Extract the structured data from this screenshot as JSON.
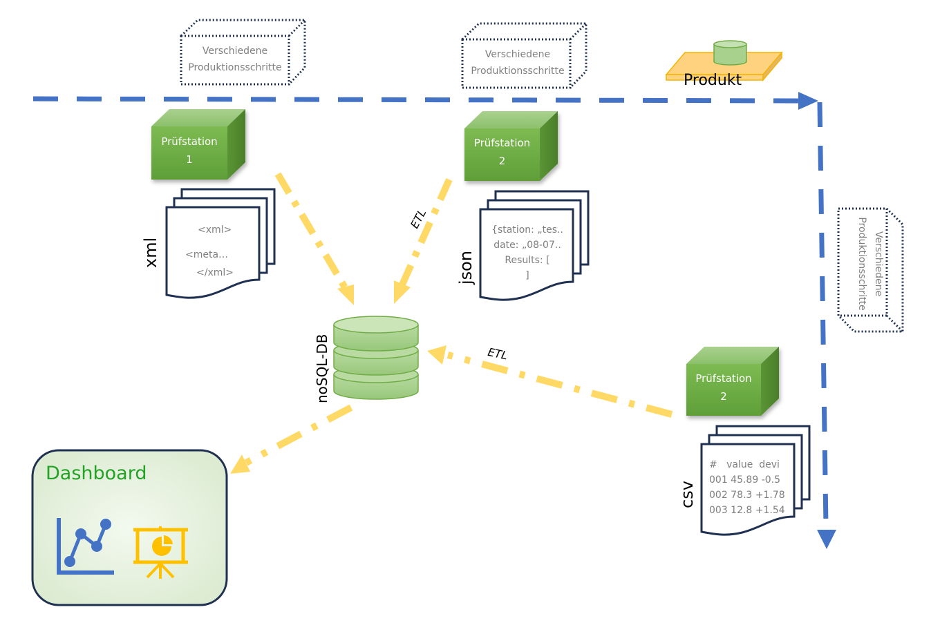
{
  "colors": {
    "flow_line": "#4472c4",
    "data_arrow": "#ffd966",
    "station_green": "#70ad47",
    "station_green_dark": "#548235",
    "station_green_light": "#a9d18e",
    "db_green": "#a9d18e",
    "db_stroke": "#70ad47",
    "outline_navy": "#1f3050",
    "product_orange": "#ffd27f",
    "product_stroke": "#f4b400",
    "dashboard_title": "#22a325",
    "chart_icon_blue": "#4472c4",
    "presentation_icon_yellow": "#ffc000",
    "dashboard_bg": "#e2efd9"
  },
  "production_steps": [
    {
      "line1": "Verschiedene",
      "line2": "Produktionsschritte"
    },
    {
      "line1": "Verschiedene",
      "line2": "Produktionsschritte"
    },
    {
      "line1": "Verschiedene",
      "line2": "Produktionsschritte"
    }
  ],
  "product": {
    "label": "Produkt"
  },
  "stations": [
    {
      "name": "Prüfstation",
      "number": "1"
    },
    {
      "name": "Prüfstation",
      "number": "2"
    },
    {
      "name": "Prüfstation",
      "number": "2"
    }
  ],
  "documents": {
    "xml": {
      "format": "xml",
      "lines": [
        "<xml>",
        "<meta…",
        "</xml>"
      ]
    },
    "json": {
      "format": "json",
      "lines": [
        "{station: „tes..",
        "date: „08-07..",
        "Results: [",
        "]"
      ]
    },
    "csv": {
      "format": "csv",
      "lines": [
        "#   value  devi",
        "001 45.89 -0.5",
        "002 78.3 +1.78",
        "003 12.8 +1.54"
      ]
    }
  },
  "etl_labels": [
    "ETL",
    "ETL"
  ],
  "database": {
    "label": "noSQL-DB"
  },
  "dashboard": {
    "title": "Dashboard",
    "icons": [
      "line-chart-icon",
      "presentation-pie-icon"
    ]
  }
}
